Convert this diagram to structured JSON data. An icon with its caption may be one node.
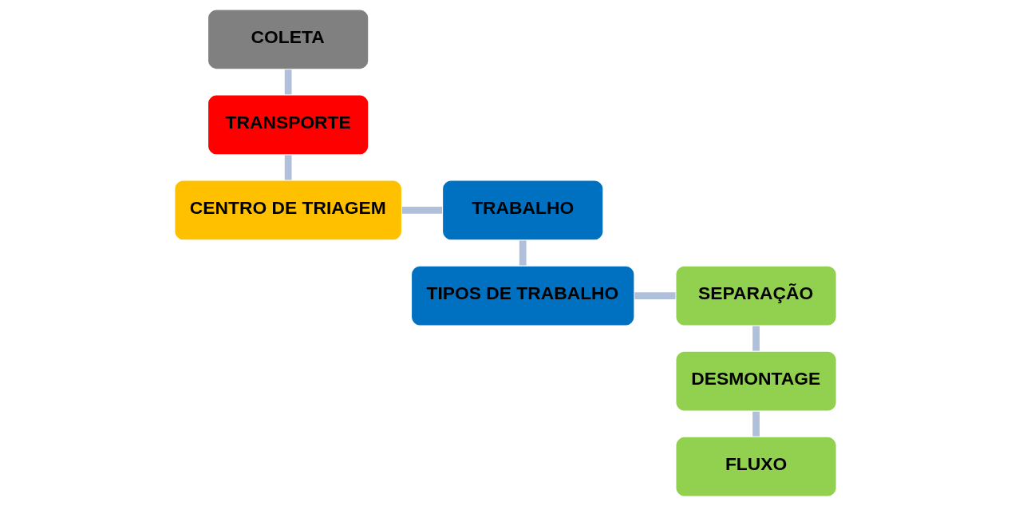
{
  "diagram": {
    "nodes": [
      {
        "text": [
          "COLETA"
        ]
      },
      {
        "text": [
          "TRANSPORTE"
        ]
      },
      {
        "text": [
          "CENTRO DE TRIAGEM"
        ]
      },
      {
        "text": [
          "TRABALHO"
        ]
      },
      {
        "text": [
          "TIPOS DE TRABALHO"
        ]
      },
      {
        "text": [
          "SEPARAÇÃO"
        ]
      },
      {
        "text": [
          "DESMONTAGE"
        ]
      },
      {
        "text": [
          "FLUXO"
        ]
      }
    ],
    "edges": [
      {
        "from": 0,
        "to": 1,
        "arrow": "none"
      },
      {
        "from": 1,
        "to": 2,
        "arrow": "none"
      },
      {
        "from": 2,
        "to": 3,
        "arrow": "none"
      },
      {
        "from": 3,
        "to": 4,
        "arrow": "none"
      },
      {
        "from": 4,
        "to": 5,
        "arrow": "none"
      },
      {
        "from": 5,
        "to": 6,
        "arrow": "none"
      },
      {
        "from": 6,
        "to": 7,
        "arrow": "none"
      }
    ]
  }
}
